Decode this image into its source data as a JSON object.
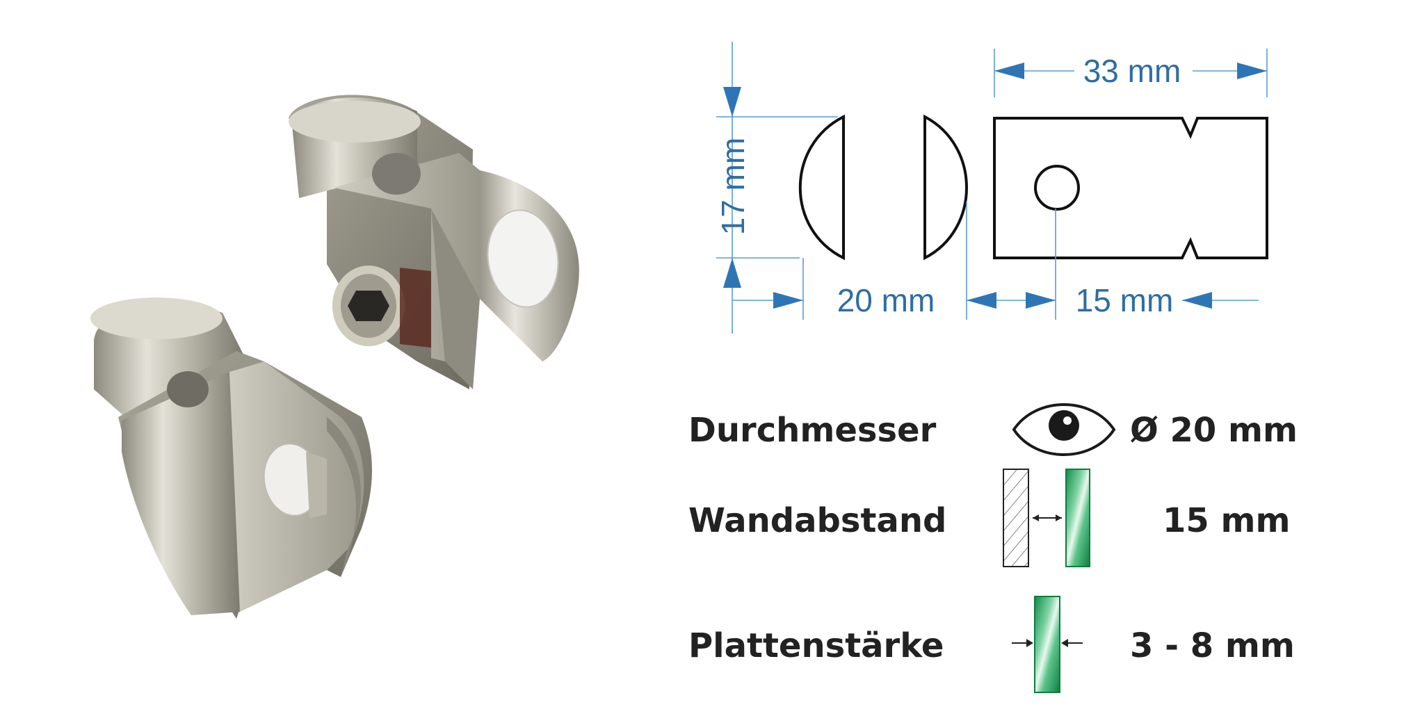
{
  "drawing": {
    "dim_width": "33 mm",
    "dim_height": "17 mm",
    "dim_diameter": "20 mm",
    "dim_hole": "15 mm"
  },
  "specs": [
    {
      "label": "Durchmesser",
      "icon": "eye-icon",
      "value": "Ø 20 mm"
    },
    {
      "label": "Wandabstand",
      "icon": "wall-distance-icon",
      "value": "15 mm"
    },
    {
      "label": "Plattenstärke",
      "icon": "plate-thickness-icon",
      "value": "3 - 8 mm"
    }
  ],
  "colors": {
    "dimension_blue": "#2e6da4",
    "outline": "#111111",
    "glass_green": "#19a05a",
    "metal": "#b9b6a8"
  }
}
